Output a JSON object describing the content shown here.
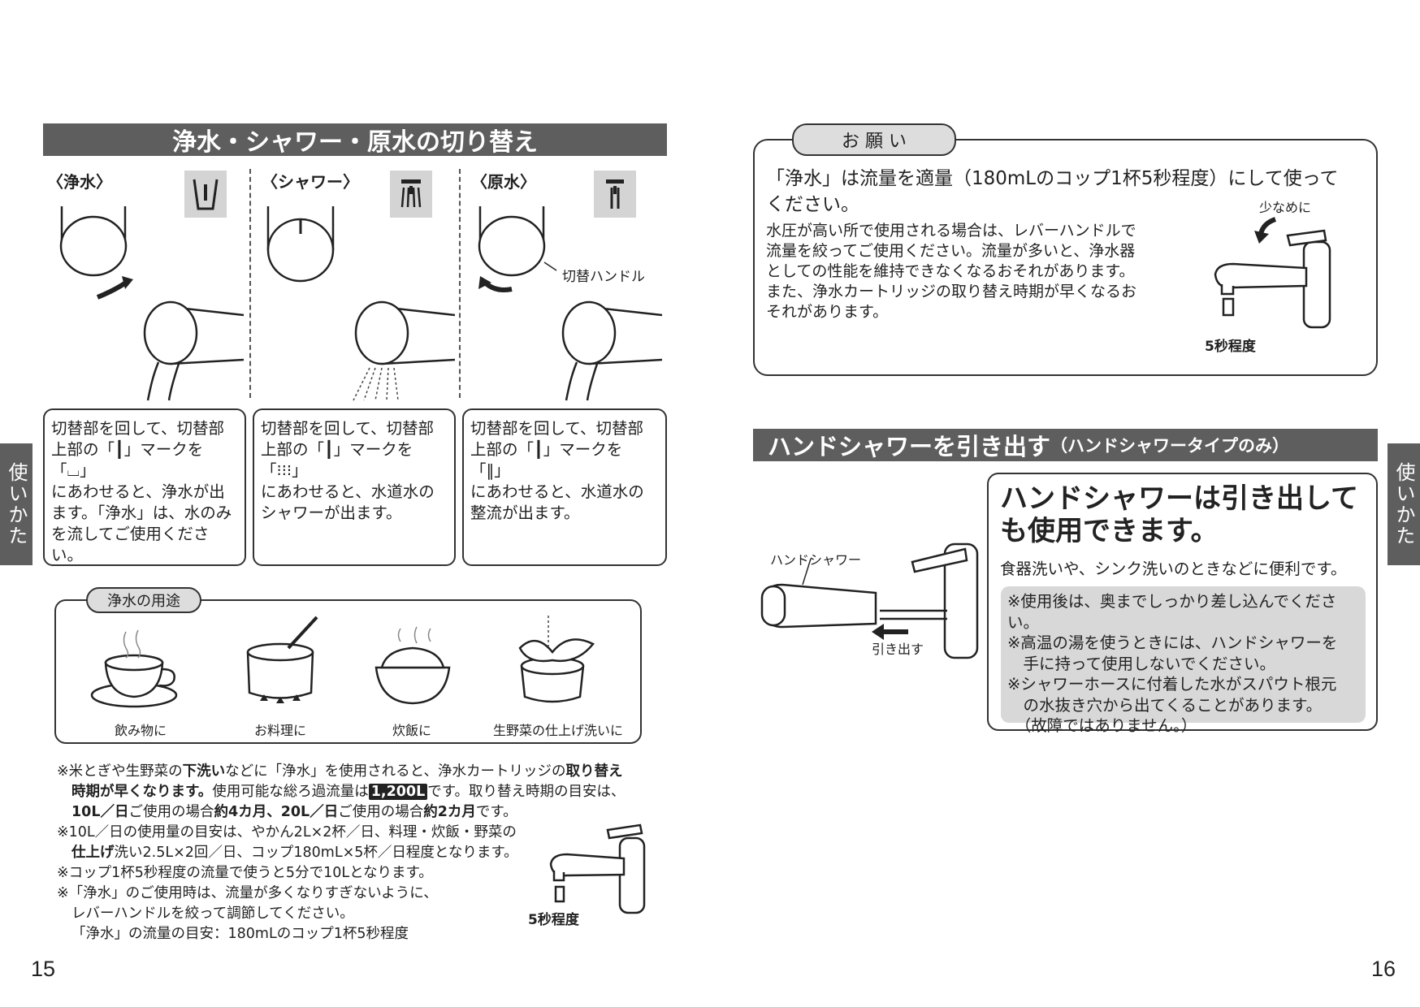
{
  "left_page": {
    "title": "浄水・シャワー・原水の切り替え",
    "modes": [
      {
        "label": "〈浄水〉",
        "text": "切替部を回して、切替部\n上部の「┃」マークを「⌴」\nにあわせると、浄水が出\nます。「浄水」は、水のみ\nを流してご使用ください。"
      },
      {
        "label": "〈シャワー〉",
        "text": "切替部を回して、切替部\n上部の「┃」マークを「⁝⁝⁝」\nにあわせると、水道水の\nシャワーが出ます。"
      },
      {
        "label": "〈原水〉",
        "text": "切替部を回して、切替部\n上部の「┃」マークを「‖」\nにあわせると、水道水の\n整流が出ます。"
      }
    ],
    "switch_handle_label": "切替ハンドル",
    "uses": {
      "title": "浄水の用途",
      "items": [
        "飲み物に",
        "お料理に",
        "炊飯に",
        "生野菜の仕上げ洗いに"
      ]
    },
    "notes": {
      "n1a_pre": "※米とぎや生野菜の",
      "n1a_b1": "下洗い",
      "n1a_mid": "などに「浄水」を使用されると、浄水カートリッジの",
      "n1a_b2": "取り替え",
      "n1b_b": "時期が早くなります。",
      "n1b_mid": "使用可能な総ろ過流量は",
      "n1b_hl": "1,200L",
      "n1b_post": "です。取り替え時期の目安は、",
      "n1c_b1": "10L／日",
      "n1c_t1": "ご使用の場合",
      "n1c_b2": "約4カ月、20L／日",
      "n1c_t2": "ご使用の場合",
      "n1c_b3": "約2カ月",
      "n1c_t3": "です。",
      "n2a": "※10L／日の使用量の目安は、やかん2L×2杯／日、料理・炊飯・野菜の",
      "n2b_b": "仕上げ",
      "n2b_t": "洗い2.5L×2回／日、コップ180mL×5杯／日程度となります。",
      "n3": "※コップ1杯5秒程度の流量で使うと5分で10Lとなります。",
      "n4a": "※「浄水」のご使用時は、流量が多くなりすぎないように、",
      "n4b": "レバーハンドルを絞って調節してください。",
      "n4c": "「浄水」の流量の目安：180mLのコップ1杯5秒程度"
    },
    "seconds_label": "5秒程度",
    "side_tab": "使いかた",
    "page_number": "15"
  },
  "right_page": {
    "request": {
      "title": "お 願 い",
      "lead1": "「浄水」は流量を適量（180mLのコップ1杯5秒程度）にして使って",
      "lead2": "ください。",
      "body": "水圧が高い所で使用される場合は、レバーハンドルで\n流量を絞ってご使用ください。流量が多いと、浄水器\nとしての性能を維持できなくなるおそれがあります。\nまた、浄水カートリッジの取り替え時期が早くなるお\nそれがあります。",
      "less_label": "少なめに",
      "seconds_label": "5秒程度"
    },
    "hand_shower": {
      "title": "ハンドシャワーを引き出す",
      "subtitle": "（ハンドシャワータイプのみ）",
      "headline": "ハンドシャワーは引き出して\nも使用できます。",
      "desc": "食器洗いや、シンク洗いのときなどに便利です。",
      "notes": "※使用後は、奥までしっかり差し込んでください。\n※高温の湯を使うときには、ハンドシャワーを\n　手に持って使用しないでください。\n※シャワーホースに付着した水がスパウト根元\n　の水抜き穴から出てくることがあります。\n　（故障ではありません。）",
      "shower_label": "ハンドシャワー",
      "pull_label": "引き出す"
    },
    "side_tab": "使いかた",
    "page_number": "16"
  }
}
